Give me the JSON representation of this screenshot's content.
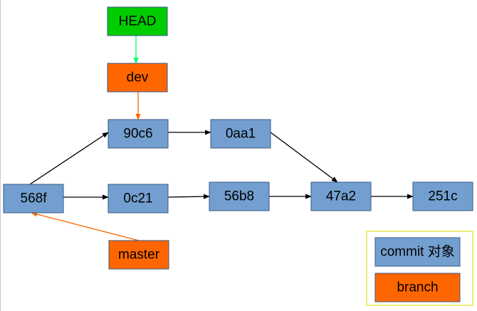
{
  "colors": {
    "commit": "#729fcf",
    "branch": "#ff6600",
    "head": "#00cc00",
    "head_arrow": "#00ff66",
    "branch_arrow": "#ff6600",
    "commit_arrow": "#000000"
  },
  "nodes": [
    {
      "id": "head",
      "label": "HEAD",
      "kind": "head"
    },
    {
      "id": "dev",
      "label": "dev",
      "kind": "branch"
    },
    {
      "id": "c90c6",
      "label": "90c6",
      "kind": "commit"
    },
    {
      "id": "c0aa1",
      "label": "0aa1",
      "kind": "commit"
    },
    {
      "id": "c568f",
      "label": "568f",
      "kind": "commit"
    },
    {
      "id": "c0c21",
      "label": "0c21",
      "kind": "commit"
    },
    {
      "id": "c56b8",
      "label": "56b8",
      "kind": "commit"
    },
    {
      "id": "c47a2",
      "label": "47a2",
      "kind": "commit"
    },
    {
      "id": "c251c",
      "label": "251c",
      "kind": "commit"
    },
    {
      "id": "master",
      "label": "master",
      "kind": "branch"
    }
  ],
  "edges": [
    {
      "from": "head",
      "to": "dev",
      "kind": "head"
    },
    {
      "from": "dev",
      "to": "c90c6",
      "kind": "branch"
    },
    {
      "from": "c568f",
      "to": "c90c6",
      "kind": "commit"
    },
    {
      "from": "c90c6",
      "to": "c0aa1",
      "kind": "commit"
    },
    {
      "from": "c0aa1",
      "to": "c47a2",
      "kind": "commit"
    },
    {
      "from": "c568f",
      "to": "c0c21",
      "kind": "commit"
    },
    {
      "from": "c0c21",
      "to": "c56b8",
      "kind": "commit"
    },
    {
      "from": "c56b8",
      "to": "c47a2",
      "kind": "commit"
    },
    {
      "from": "c47a2",
      "to": "c251c",
      "kind": "commit"
    },
    {
      "from": "master",
      "to": "c568f",
      "kind": "branch"
    }
  ],
  "legend": {
    "items": [
      {
        "label": "commit 对象",
        "kind": "commit"
      },
      {
        "label": "branch",
        "kind": "branch"
      }
    ]
  }
}
